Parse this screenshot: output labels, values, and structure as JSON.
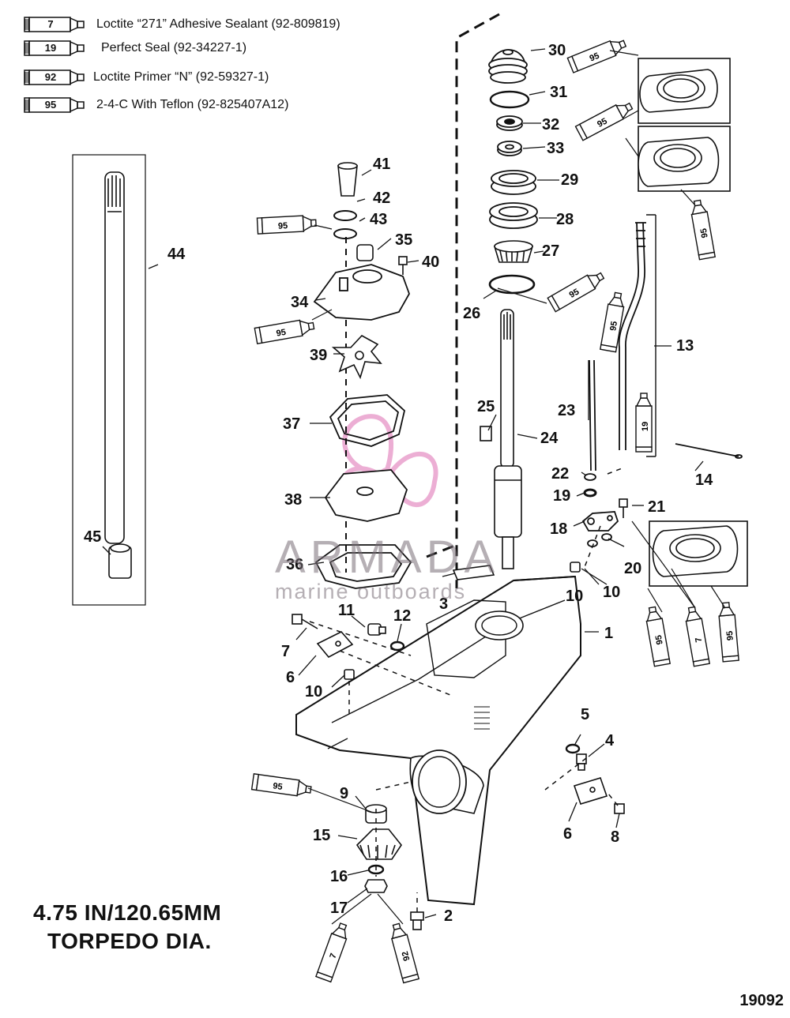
{
  "legend": [
    {
      "code": "7",
      "text": "Loctite “271” Adhesive Sealant (92-809819)"
    },
    {
      "code": "19",
      "text": "Perfect Seal (92-34227-1)"
    },
    {
      "code": "92",
      "text": "Loctite Primer “N” (92-59327-1)"
    },
    {
      "code": "95",
      "text": "2-4-C With Teflon (92-825407A12)"
    }
  ],
  "callouts": [
    "1",
    "2",
    "3",
    "4",
    "5",
    "6",
    "6",
    "7",
    "8",
    "9",
    "10",
    "10",
    "10",
    "11",
    "12",
    "13",
    "14",
    "15",
    "16",
    "17",
    "18",
    "19",
    "20",
    "21",
    "22",
    "23",
    "24",
    "25",
    "26",
    "27",
    "28",
    "29",
    "30",
    "31",
    "32",
    "33",
    "34",
    "35",
    "36",
    "37",
    "38",
    "39",
    "40",
    "41",
    "42",
    "43",
    "44",
    "45"
  ],
  "sealant_tubes": [
    "95",
    "95",
    "95",
    "95",
    "95",
    "95",
    "95",
    "19",
    "95",
    "7",
    "95",
    "95",
    "7",
    "92"
  ],
  "title_lines": [
    "4.75 IN/120.65MM",
    "TORPEDO DIA."
  ],
  "figure_id": "19092",
  "watermark": {
    "brand": "ARMADA",
    "tagline": "marine outboards"
  },
  "colors": {
    "line": "#111111",
    "watermark": "#e07ab8",
    "watermark_text": "#7a6f78"
  }
}
